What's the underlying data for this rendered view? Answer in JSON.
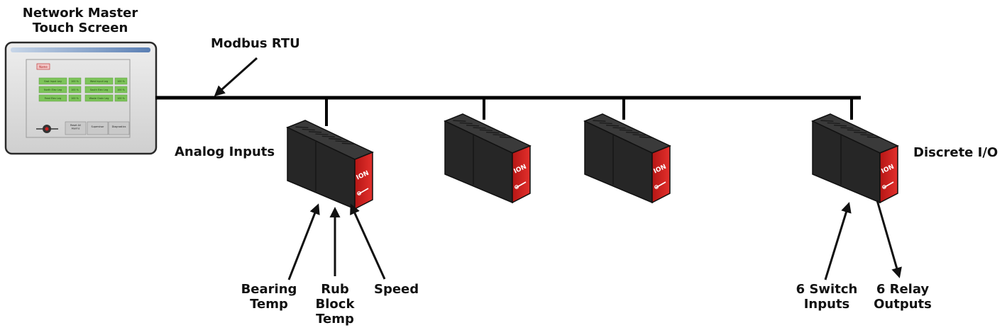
{
  "labels": {
    "master": [
      "Network Master",
      "Touch Screen"
    ],
    "bus": "Modbus RTU",
    "analog": "Analog Inputs",
    "discrete": "Discrete I/O",
    "bearing": [
      "Bearing",
      "Temp"
    ],
    "rub": [
      "Rub",
      "Block",
      "Temp"
    ],
    "speed": "Speed",
    "switch": [
      "6 Switch",
      "Inputs"
    ],
    "relay": [
      "6 Relay",
      "Outputs"
    ]
  },
  "module_brand": "ION",
  "touch_screen": {
    "top_button": "Name",
    "rows": [
      [
        "East Input Leg",
        "100 %",
        "West Input Leg",
        "100 %"
      ],
      [
        "North Elev Leg",
        "100 %",
        "South Elev Leg",
        "100 %"
      ],
      [
        "Feed Elev Leg",
        "100 %",
        "Waste Grain Leg",
        "100 %"
      ]
    ],
    "bottom_buttons": [
      "Reset All Alarms",
      "Supervisor",
      "Diagnostics"
    ]
  },
  "colors": {
    "module_body": "#242424",
    "module_face": "#d8201f",
    "screen_green": "#7dc45a",
    "bus_line": "#000000"
  }
}
